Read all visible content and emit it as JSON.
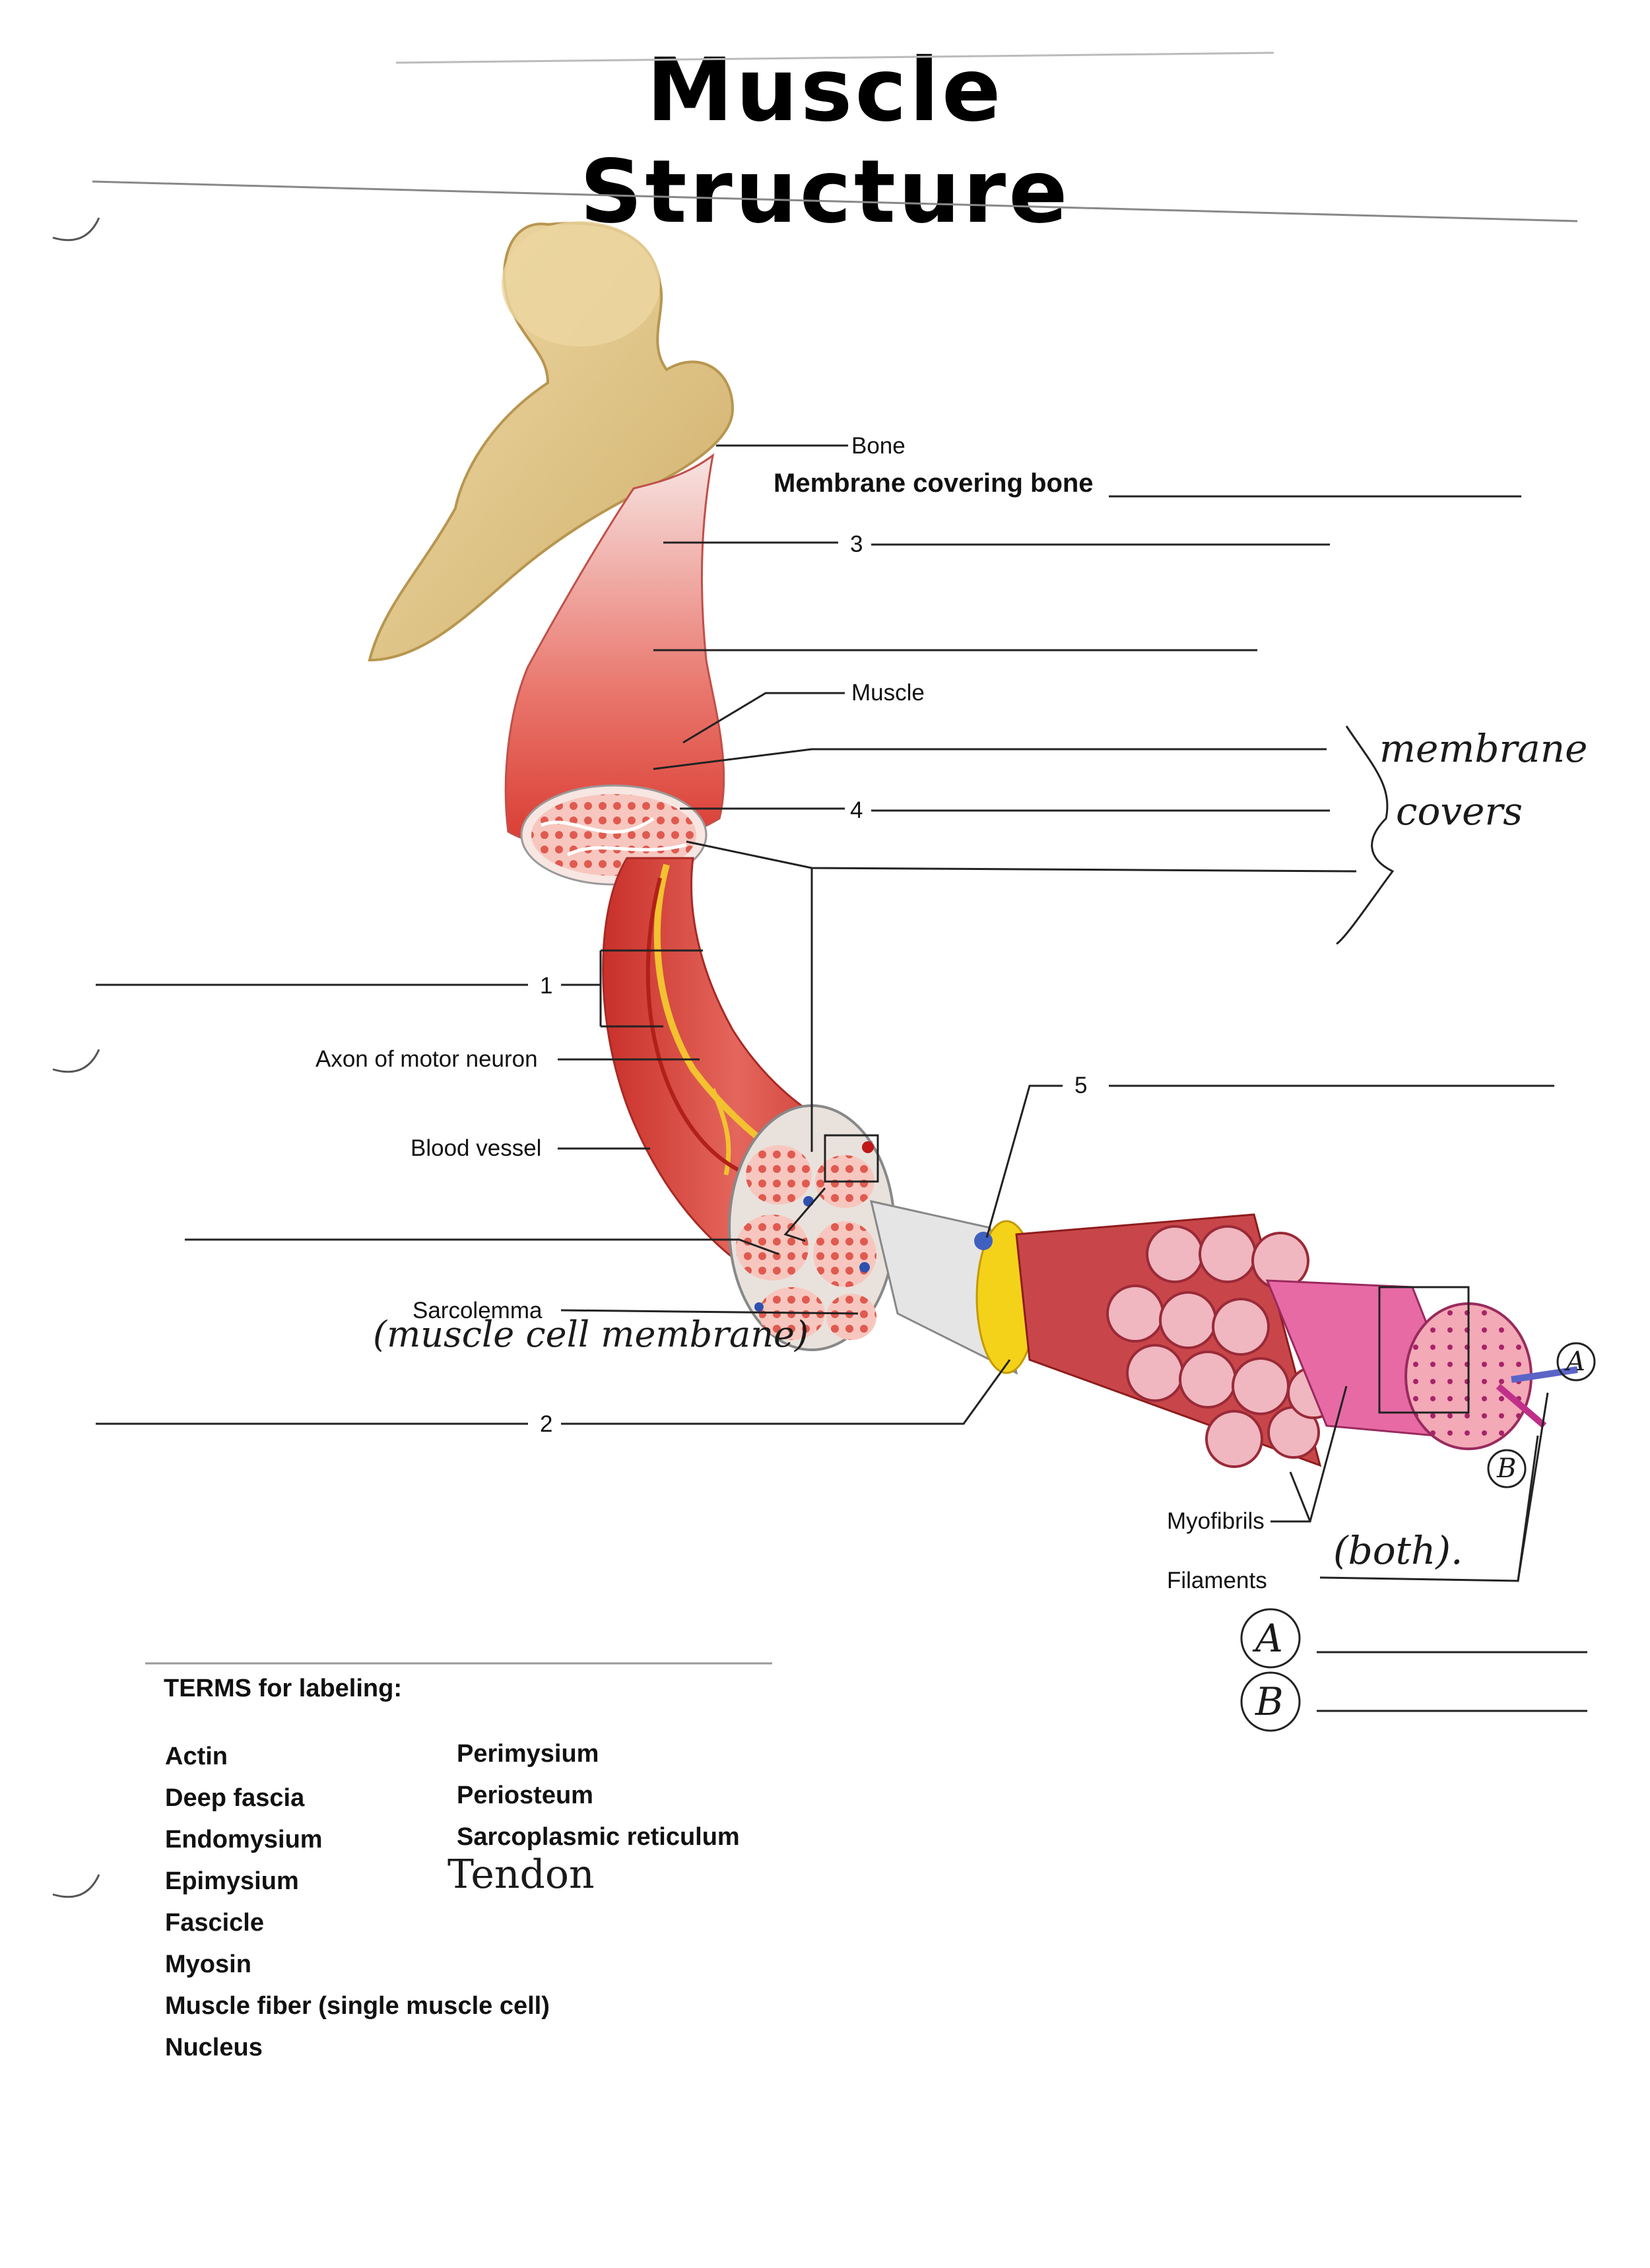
{
  "title": "Muscle Structure",
  "labels": {
    "bone": "Bone",
    "membrane_covering_bone": "Membrane covering bone",
    "muscle": "Muscle",
    "axon": "Axon of motor neuron",
    "blood_vessel": "Blood vessel",
    "sarcolemma": "Sarcolemma",
    "myofibrils": "Myofibrils",
    "filaments": "Filaments"
  },
  "numbers": {
    "n1": "1",
    "n2": "2",
    "n3": "3",
    "n4": "4",
    "n5": "5"
  },
  "handwritten": {
    "membrane_covers_line1": "membrane",
    "membrane_covers_line2": "covers",
    "muscle_cell_membrane": "(muscle cell membrane)",
    "both": "(both).",
    "circle_a": "A",
    "circle_b": "B",
    "tendon": "Tendon"
  },
  "answer_keys": {
    "a": "A",
    "b": "B"
  },
  "terms": {
    "title": "TERMS for labeling:",
    "column1": [
      "Actin",
      "Deep fascia",
      "Endomysium",
      "Epimysium",
      "Fascicle",
      "Myosin",
      "Muscle fiber (single muscle cell)",
      "Nucleus"
    ],
    "column2": [
      "Perimysium",
      "Periosteum",
      "Sarcoplasmic reticulum"
    ]
  },
  "colors": {
    "bone": "#e2c98a",
    "muscle": "#d9443a",
    "muscle_light": "#f3b3a8",
    "nerve": "#f2c230",
    "sarcoplasmic_reticulum": "#f5d21a",
    "filament_a": "#5a64c8",
    "filament_b": "#c0308a"
  }
}
